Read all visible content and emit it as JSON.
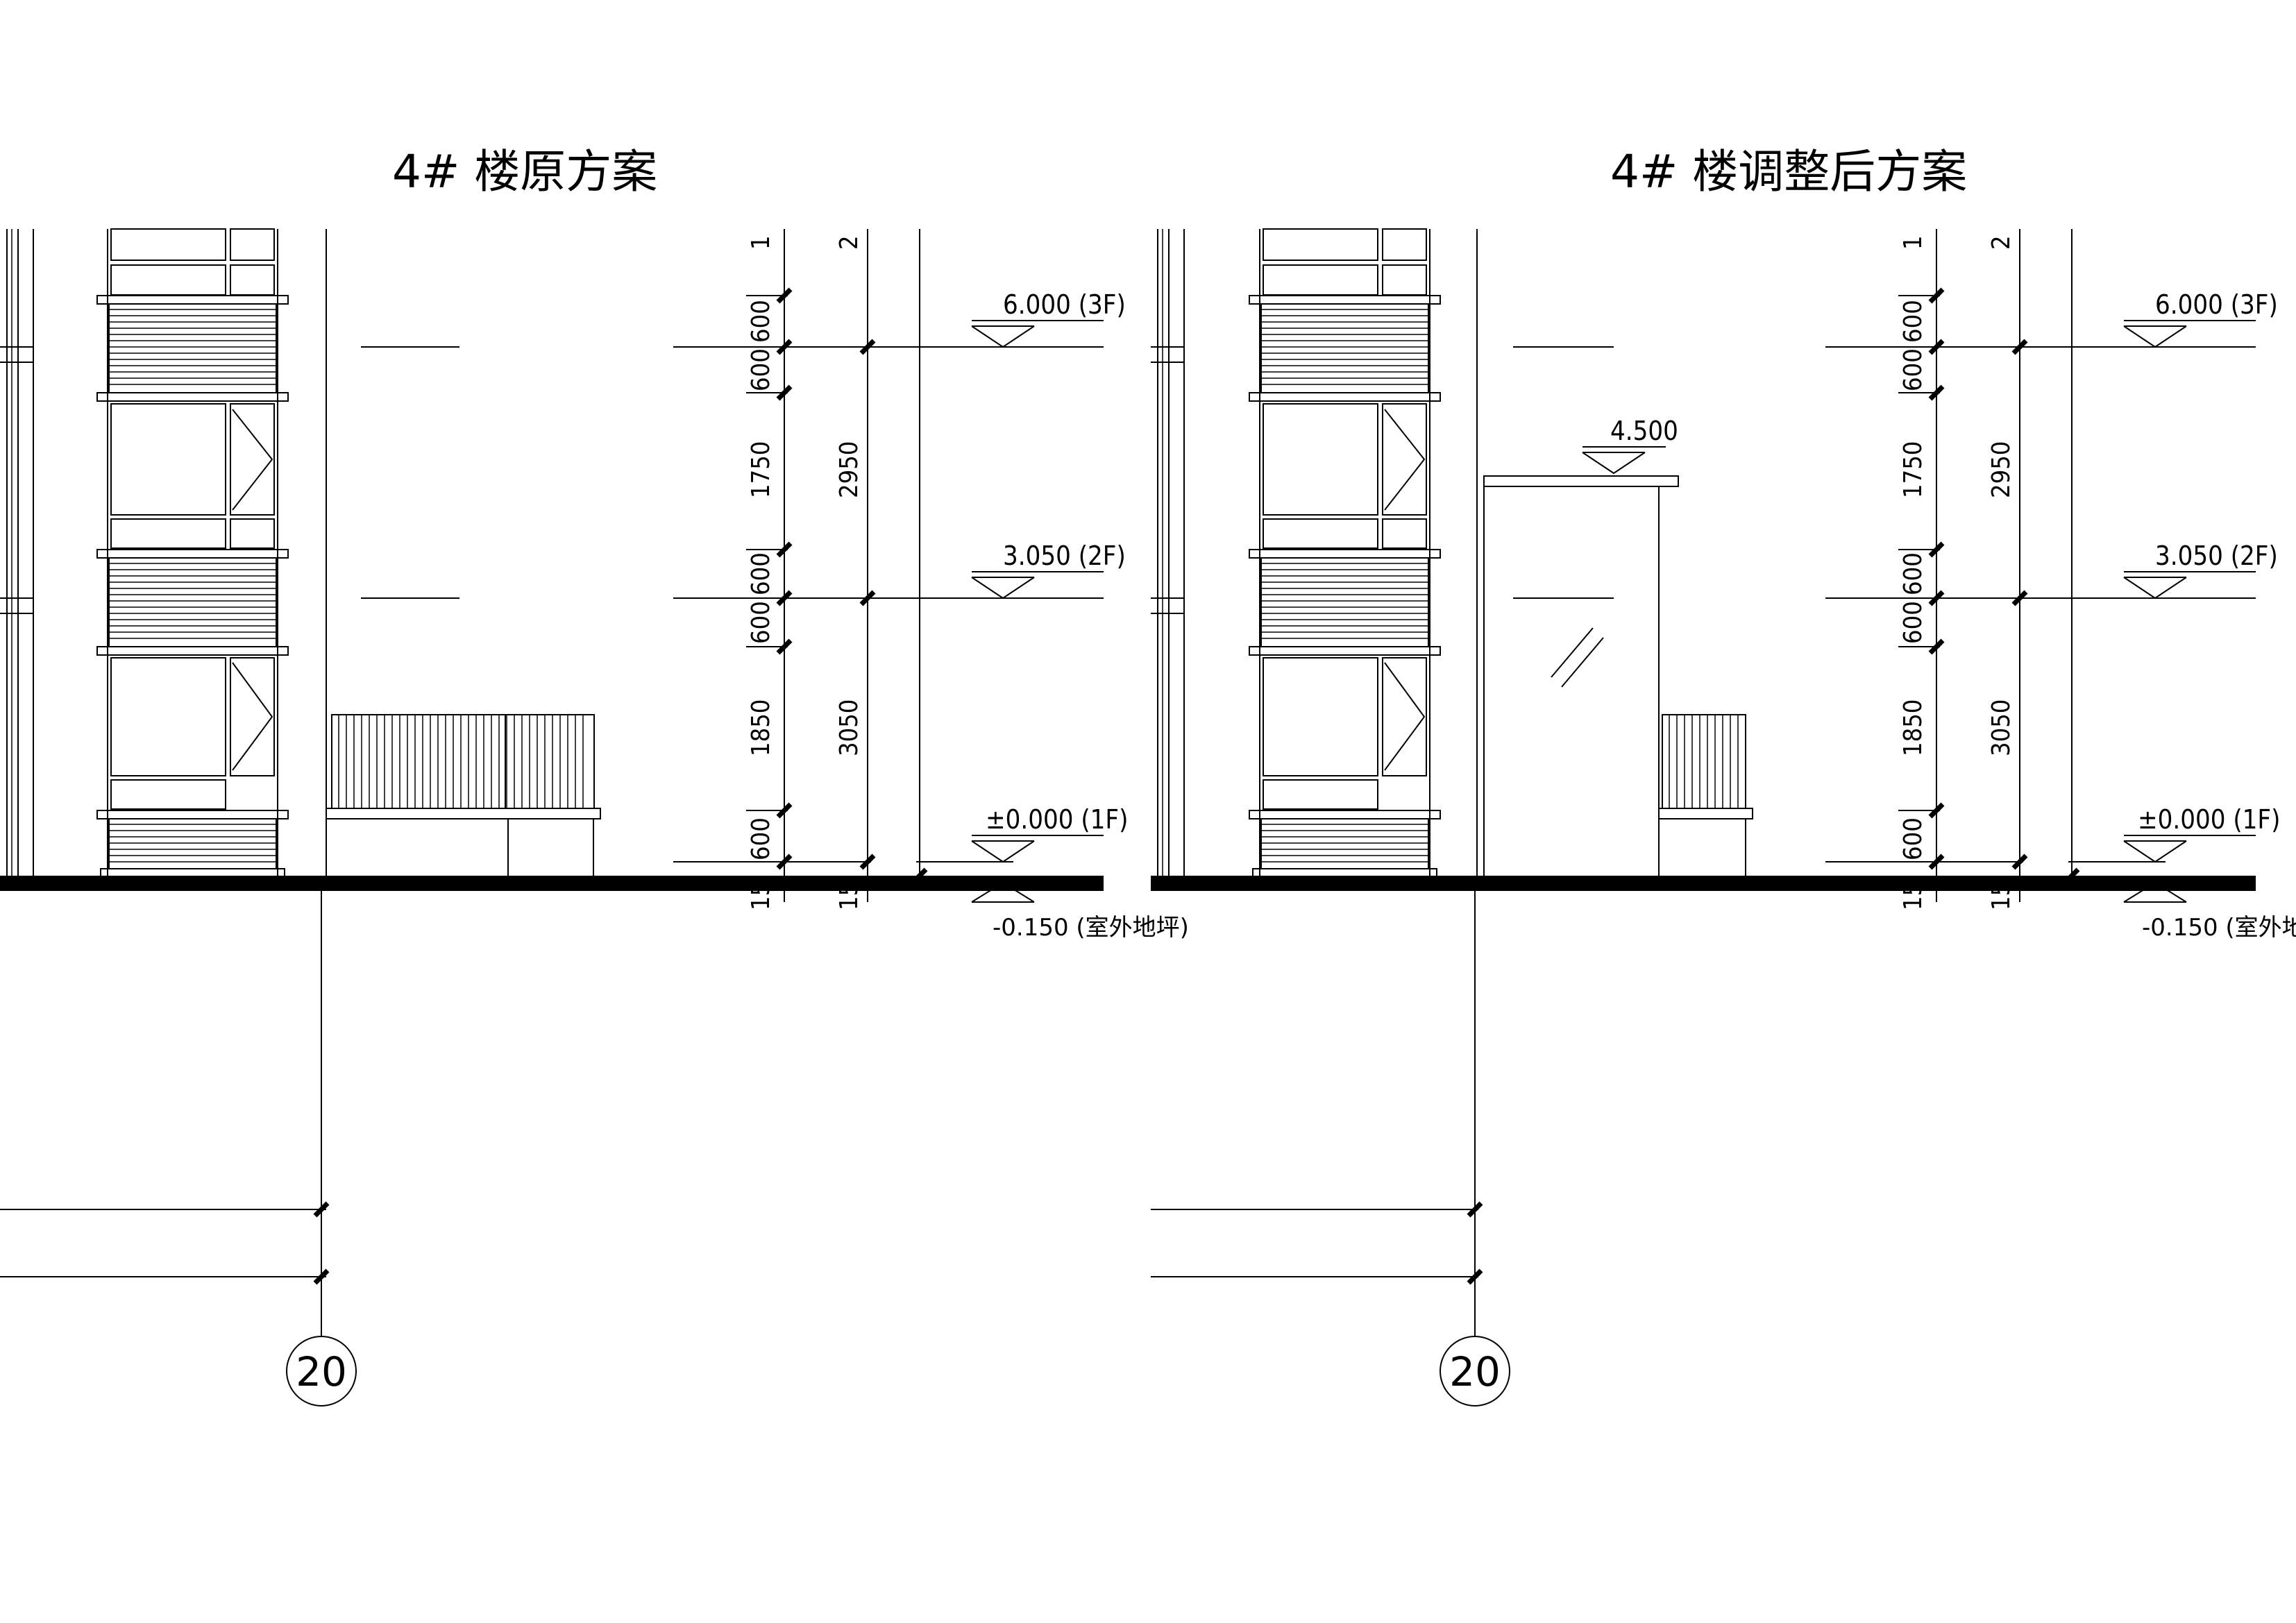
{
  "titles": {
    "left": "4# 楼原方案",
    "right": "4# 楼调整后方案"
  },
  "levels": {
    "f3": "6.000 (3F)",
    "f2": "3.050 (2F)",
    "f1": "±0.000 (1F)",
    "ground": "-0.150 (室外地坪)",
    "canopy": "4.500"
  },
  "dims_inner": [
    "600",
    "600",
    "1750",
    "600",
    "600",
    "1850",
    "600"
  ],
  "dims_outer": [
    "2950",
    "3050"
  ],
  "dims_clip": {
    "inner_top": "1",
    "outer_top": "2",
    "inner_bottom": "15",
    "outer_bottom": "15"
  },
  "axis_label": "20"
}
